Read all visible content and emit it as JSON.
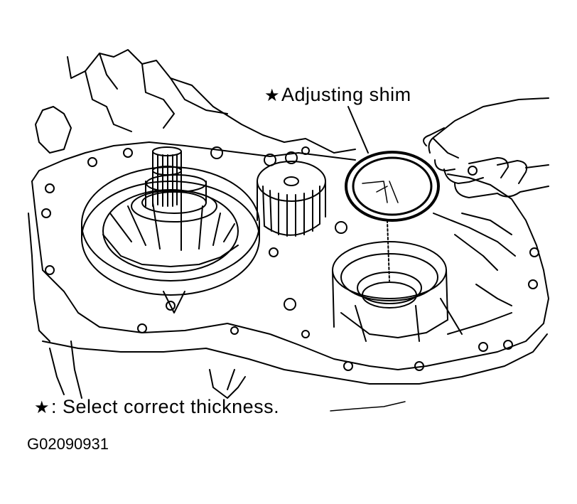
{
  "callout": {
    "star": "★",
    "text": "Adjusting shim"
  },
  "note": {
    "star": "★",
    "text": ": Select correct thickness."
  },
  "figure_code": "G02090931",
  "colors": {
    "ink": "#000000",
    "paper": "#ffffff"
  }
}
